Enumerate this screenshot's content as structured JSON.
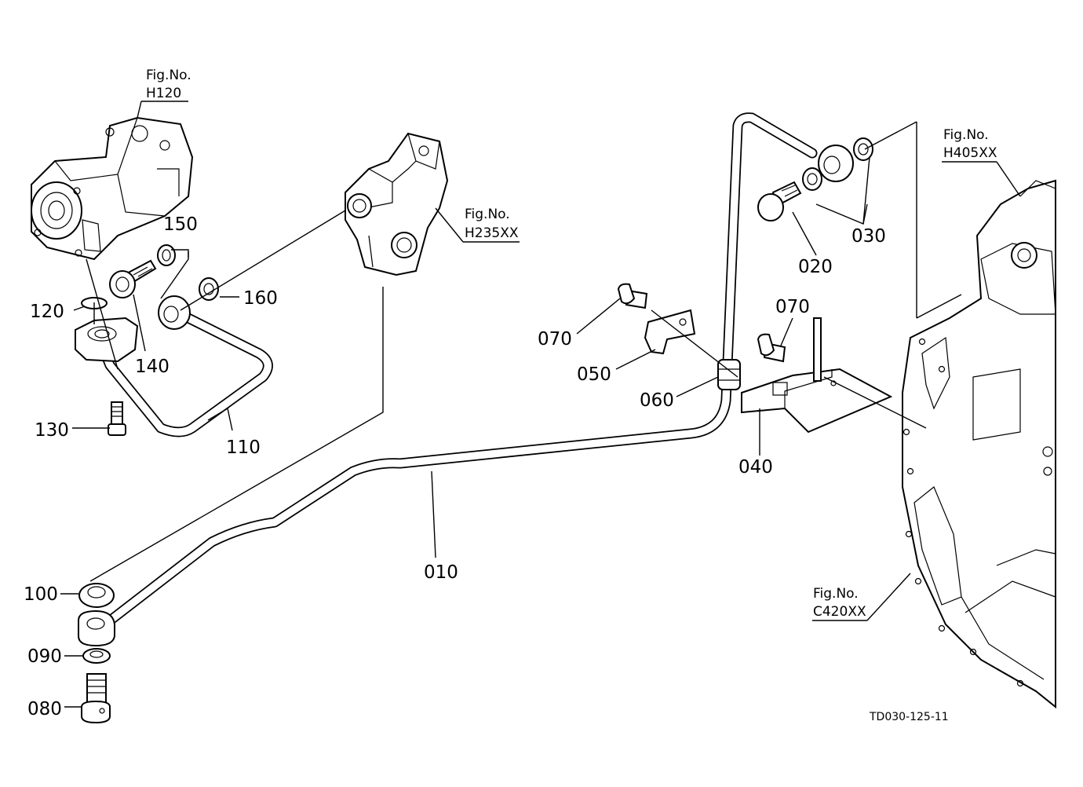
{
  "figure_refs": [
    {
      "id": "h120",
      "line1": "Fig.No.",
      "line2": "H120"
    },
    {
      "id": "h235",
      "line1": "Fig.No.",
      "line2": "H235XX"
    },
    {
      "id": "h405",
      "line1": "Fig.No.",
      "line2": "H405XX"
    },
    {
      "id": "c420",
      "line1": "Fig.No.",
      "line2": "C420XX"
    }
  ],
  "part_labels": {
    "p010": "010",
    "p020": "020",
    "p030": "030",
    "p040": "040",
    "p050": "050",
    "p060": "060",
    "p070a": "070",
    "p070b": "070",
    "p080": "080",
    "p090": "090",
    "p100": "100",
    "p110": "110",
    "p120": "120",
    "p130": "130",
    "p140": "140",
    "p150": "150",
    "p160": "160"
  },
  "drawing_code": "TD030-125-11"
}
